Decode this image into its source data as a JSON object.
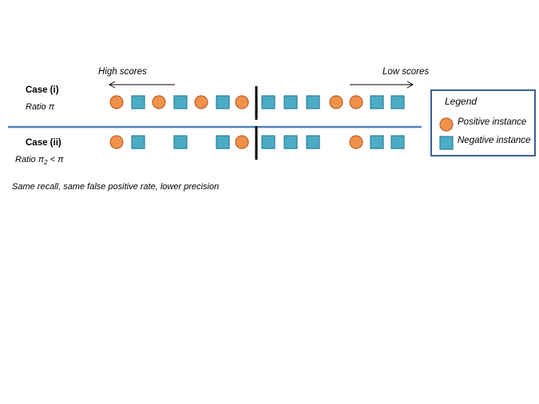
{
  "arrows": {
    "high_scores": "High scores",
    "low_scores": "Low scores"
  },
  "case_i": {
    "title": "Case (i)",
    "ratio": "Ratio π",
    "instances": [
      "positive",
      "negative",
      "positive",
      "negative",
      "positive",
      "negative",
      "positive",
      "threshold",
      "negative",
      "negative",
      "negative",
      "positive",
      "positive",
      "negative",
      "negative"
    ]
  },
  "case_ii": {
    "title": "Case (ii)",
    "ratio_prefix": "Ratio π",
    "ratio_sub": "2",
    "ratio_suffix": " < π",
    "instances": [
      "positive",
      "negative",
      "empty",
      "negative",
      "empty",
      "negative",
      "positive",
      "threshold",
      "negative",
      "negative",
      "negative",
      "empty",
      "positive",
      "negative",
      "negative"
    ]
  },
  "note": "Same recall, same false positive rate, lower precision",
  "legend": {
    "title": "Legend",
    "positive_label": "Positive instance",
    "negative_label": "Negative instance"
  },
  "colors": {
    "positive_fill": "#f0914a",
    "positive_stroke": "#b8632a",
    "negative_fill": "#4bacc6",
    "negative_stroke": "#2f7f96",
    "divider": "#4f81bd",
    "legend_border": "#3e5f93",
    "threshold": "#000000"
  }
}
